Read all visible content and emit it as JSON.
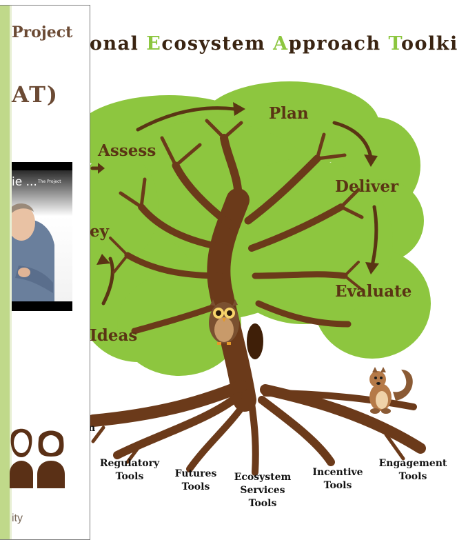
{
  "banner": {
    "title_parts": [
      {
        "text": "onal ",
        "highlight": false
      },
      {
        "text": "E",
        "highlight": true
      },
      {
        "text": "cosystem ",
        "highlight": false
      },
      {
        "text": "A",
        "highlight": true
      },
      {
        "text": "pproach ",
        "highlight": false
      },
      {
        "text": "T",
        "highlight": true
      },
      {
        "text": "oolkit",
        "highlight": false
      }
    ]
  },
  "cycle": {
    "plan": "Plan",
    "assess": "Assess",
    "deliver": "Deliver",
    "evaluate": "Evaluate",
    "ideas": "Ideas",
    "partial_left": "ey"
  },
  "tools": {
    "regulatory": "Regulatory\nTools",
    "futures": "Futures\nTools",
    "ecosystem_services": "Ecosystem\nServices\nTools",
    "incentive": "Incentive\nTools",
    "engagement": "Engagement\nTools",
    "partial_left": "n"
  },
  "side_panel": {
    "heading_line1": "Project",
    "heading_line2": "AT)",
    "video": {
      "title": "ie ...",
      "channel": "The Project"
    },
    "footer_text": "ity"
  },
  "colors": {
    "canopy": "#8dc63f",
    "trunk": "#6b3a1a",
    "label_brown": "#5a3414",
    "accent_green": "#8cc63f",
    "panel_stripe": "#c0d98a"
  },
  "icons": {
    "owl": "owl-icon",
    "squirrel": "squirrel-icon",
    "people": "people-icon",
    "presenter": "video-thumbnail"
  }
}
